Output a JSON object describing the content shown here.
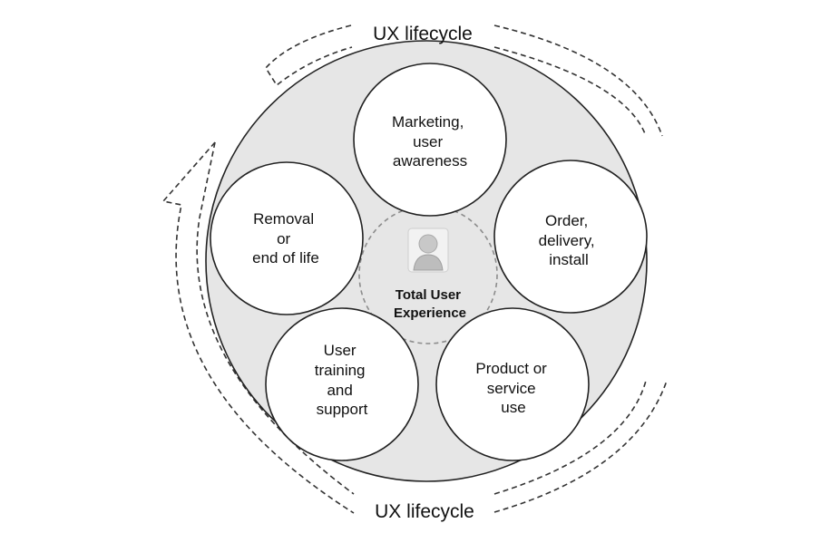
{
  "lifecycle_label_top": "UX lifecycle",
  "lifecycle_label_bottom": "UX lifecycle",
  "center": {
    "icon": "user-icon",
    "lines": [
      "Total User",
      "Experience"
    ]
  },
  "phases": [
    {
      "id": "marketing",
      "lines": [
        "Marketing,",
        "user",
        "awareness"
      ]
    },
    {
      "id": "order",
      "lines": [
        "Order,",
        "delivery,",
        "install"
      ]
    },
    {
      "id": "product-use",
      "lines": [
        "Product or",
        "service",
        "use"
      ]
    },
    {
      "id": "training",
      "lines": [
        "User",
        "training",
        "and",
        "support"
      ]
    },
    {
      "id": "removal",
      "lines": [
        "Removal",
        "or",
        "end of life"
      ]
    }
  ],
  "colors": {
    "ring_fill": "#e6e6e6",
    "circle_fill": "#ffffff",
    "stroke": "#222222",
    "center_dash": "#8c8c8c"
  }
}
